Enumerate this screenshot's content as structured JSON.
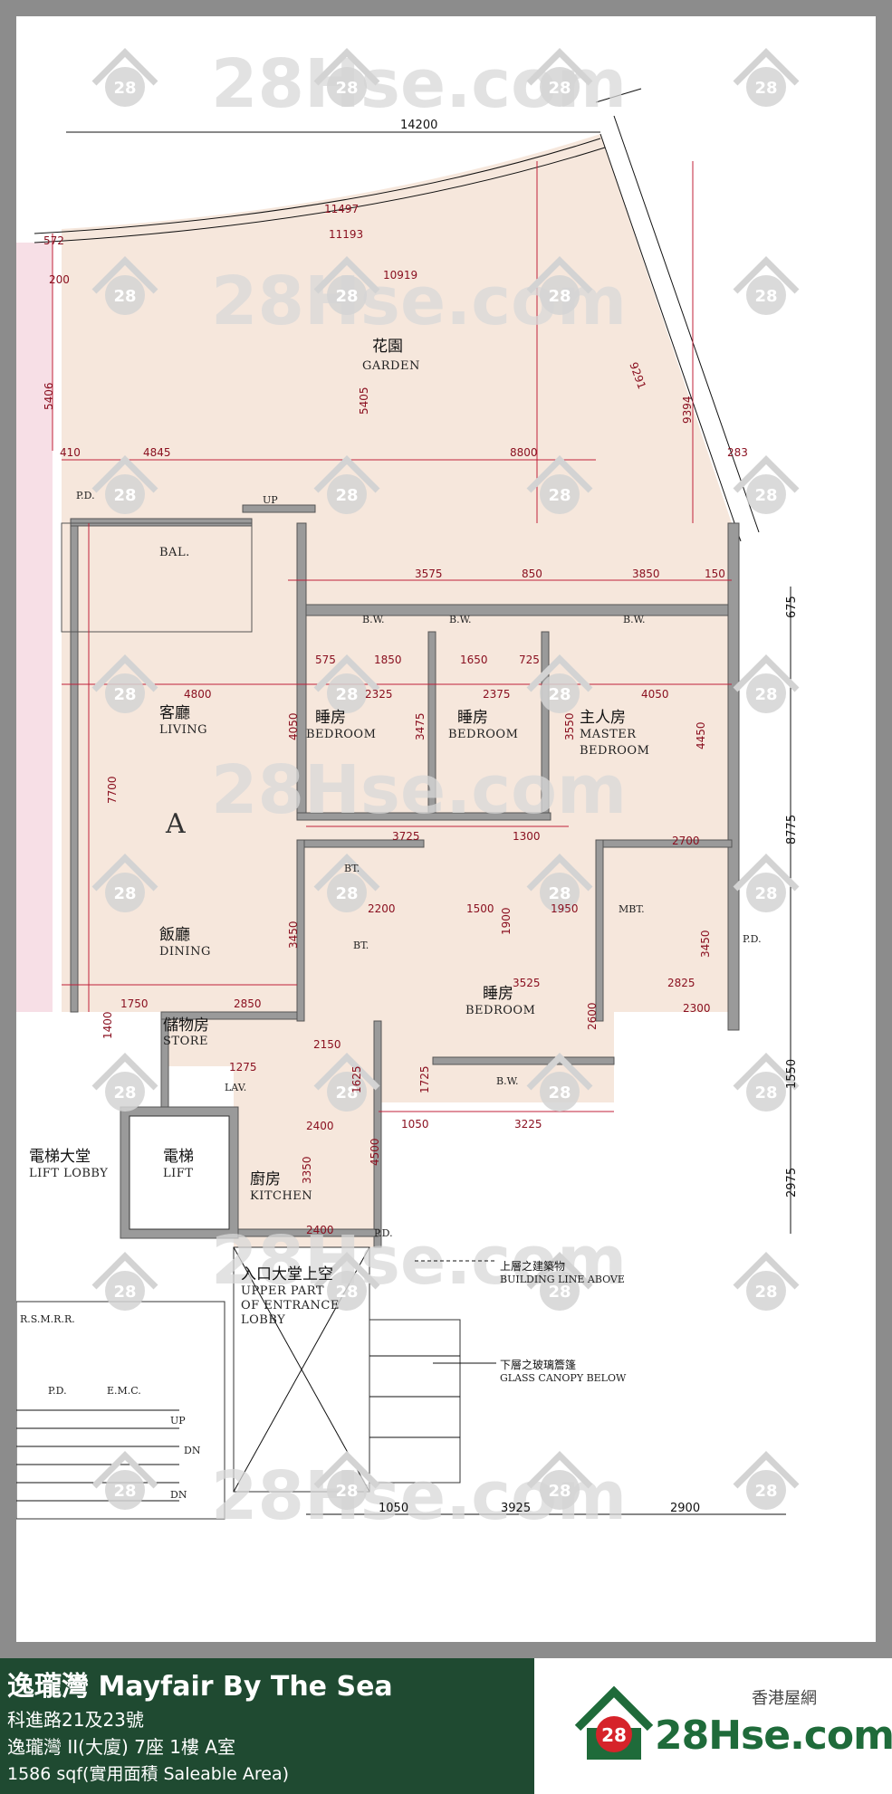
{
  "watermark": {
    "text": "28Hse.com",
    "badge": "28"
  },
  "plan": {
    "rooms": {
      "garden": {
        "cn": "花園",
        "en": "GARDEN"
      },
      "balcony": {
        "en": "BAL."
      },
      "living": {
        "cn": "客廳",
        "en": "LIVING"
      },
      "dining": {
        "cn": "飯廳",
        "en": "DINING"
      },
      "unit_letter": "A",
      "bedroom1": {
        "cn": "睡房",
        "en": "BEDROOM"
      },
      "bedroom2": {
        "cn": "睡房",
        "en": "BEDROOM"
      },
      "master": {
        "cn": "主人房",
        "en1": "MASTER",
        "en2": "BEDROOM"
      },
      "bedroom3": {
        "cn": "睡房",
        "en": "BEDROOM"
      },
      "bt1": "BT.",
      "bt2": "BT.",
      "mbt": "MBT.",
      "store": {
        "cn": "儲物房",
        "en": "STORE"
      },
      "lav": "LAV.",
      "kitchen": {
        "cn": "廚房",
        "en": "KITCHEN"
      },
      "lift": {
        "cn": "電梯",
        "en": "LIFT"
      },
      "lift_lobby": {
        "cn": "電梯大堂",
        "en": "LIFT LOBBY"
      },
      "entrance": {
        "cn": "入口大堂上空",
        "en1": "UPPER PART",
        "en2": "OF ENTRANCE",
        "en3": "LOBBY"
      },
      "rsmrr": "R.S.M.R.R.",
      "pd": "P.D.",
      "emc": "E.M.C.",
      "up": "UP",
      "dn": "DN",
      "bw": "B.W."
    },
    "notes": {
      "building_line": {
        "cn": "上層之建築物",
        "en": "BUILDING LINE ABOVE"
      },
      "canopy": {
        "cn": "下層之玻璃簷篷",
        "en": "GLASS CANOPY BELOW"
      }
    },
    "dims": {
      "top_total": "14200",
      "d11497": "11497",
      "d11193": "11193",
      "d10919": "10919",
      "d572": "572",
      "d5406": "5406",
      "d5405": "5405",
      "d9394": "9394",
      "d9291": "9291",
      "d200a": "200",
      "d4845": "4845",
      "d8800": "8800",
      "d410": "410",
      "d283": "283",
      "d3575": "3575",
      "d850": "850",
      "d3850": "3850",
      "d150": "150",
      "d1850": "1850",
      "d1650": "1650",
      "d725": "725",
      "d575": "575",
      "d4800": "4800",
      "d2325": "2325",
      "d2375": "2375",
      "d4050": "4050",
      "d3475": "3475",
      "d3550": "3550",
      "d4450": "4450",
      "d7700": "7700",
      "d3725": "3725",
      "d1300": "1300",
      "d2700": "2700",
      "d1500": "1500",
      "d1950": "1950",
      "d2200": "2200",
      "d3525": "3525",
      "d2825": "2825",
      "d2300": "2300",
      "d1750": "1750",
      "d2850": "2850",
      "d1275": "1275",
      "d2150": "2150",
      "d1625": "1625",
      "d1725": "1725",
      "d2600": "2600",
      "d3225": "3225",
      "d2400": "2400",
      "d4500": "4500",
      "d3350": "3350",
      "d1050": "1050",
      "d3925": "3925",
      "d2900": "2900",
      "r675": "675",
      "r8775": "8775",
      "r1550": "1550",
      "r2975": "2975",
      "d3450": "3450",
      "d1900": "1900",
      "d1400": "1400"
    }
  },
  "footer": {
    "title": "逸瓏灣 Mayfair By The Sea",
    "address": "科進路21及23號",
    "unit": "逸瓏灣 II(大廈) 7座 1樓 A室",
    "area": "1586 sqf(實用面積 Saleable Area)",
    "brand_cn": "香港屋網",
    "brand_text": "28Hse.com",
    "brand_badge": "28",
    "colors": {
      "band": "#1f4a31",
      "brand_green": "#1f6b3a"
    }
  }
}
